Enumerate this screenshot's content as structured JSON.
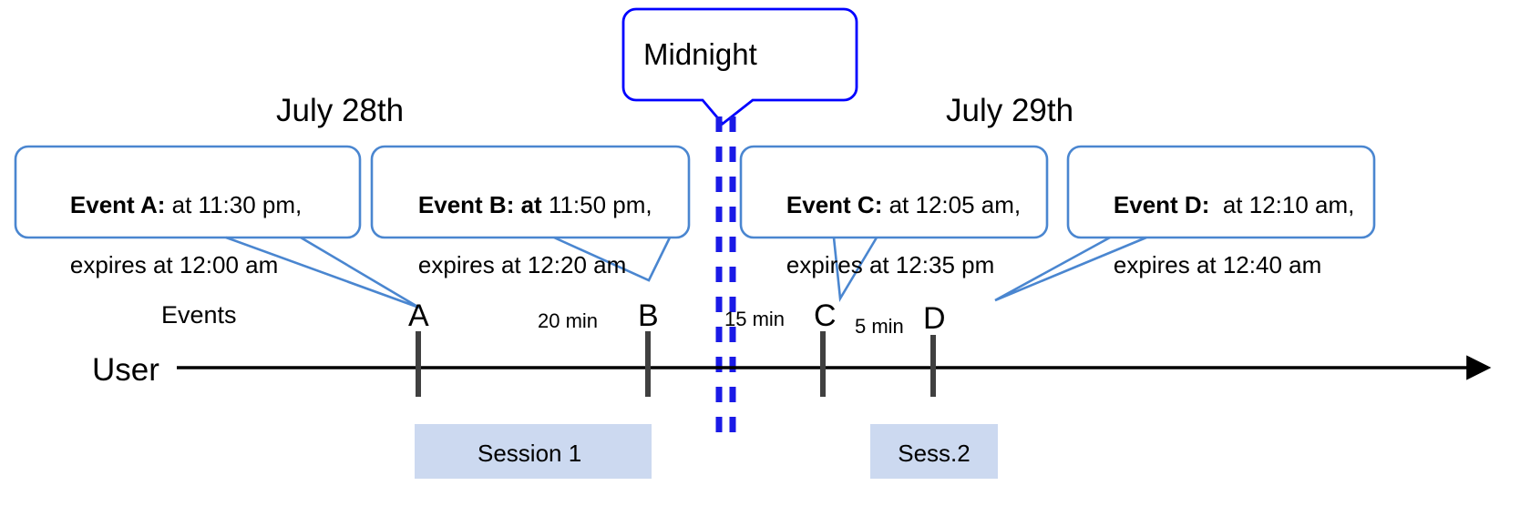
{
  "diagram": {
    "title": "Event expiry across midnight session timeline",
    "colors": {
      "callout_border": "#4a86d0",
      "midnight_border": "#0000ff",
      "midnight_dash": "#1a1ae6",
      "session_fill": "#ccd9f0",
      "axis": "#000000",
      "marker": "#404040"
    }
  },
  "dates": [
    {
      "label": "July 28th"
    },
    {
      "label": "July 29th"
    }
  ],
  "midnight": {
    "label": "Midnight"
  },
  "axis": {
    "row_label": "User",
    "events_label": "Events"
  },
  "callouts": [
    {
      "name": "event-a",
      "lead_bold": "Event A:",
      "lead_rest": " at 11:30 pm,",
      "line2": "expires at 12:00 am"
    },
    {
      "name": "event-b",
      "lead_bold": "Event B: at",
      "lead_rest": " 11:50 pm,",
      "line2": "expires at 12:20 am"
    },
    {
      "name": "event-c",
      "lead_bold": "Event C:",
      "lead_rest": " at 12:05 am,",
      "line2": "expires at 12:35 pm"
    },
    {
      "name": "event-d",
      "lead_bold": "Event D:",
      "lead_rest": "  at 12:10 am,",
      "line2": "expires at 12:40 am"
    }
  ],
  "markers": [
    {
      "label": "A"
    },
    {
      "label": "B"
    },
    {
      "label": "C"
    },
    {
      "label": "D"
    }
  ],
  "intervals": [
    {
      "label": "20 min"
    },
    {
      "label": "15 min"
    },
    {
      "label": "5 min"
    }
  ],
  "sessions": [
    {
      "label": "Session 1"
    },
    {
      "label": "Sess.2"
    }
  ]
}
